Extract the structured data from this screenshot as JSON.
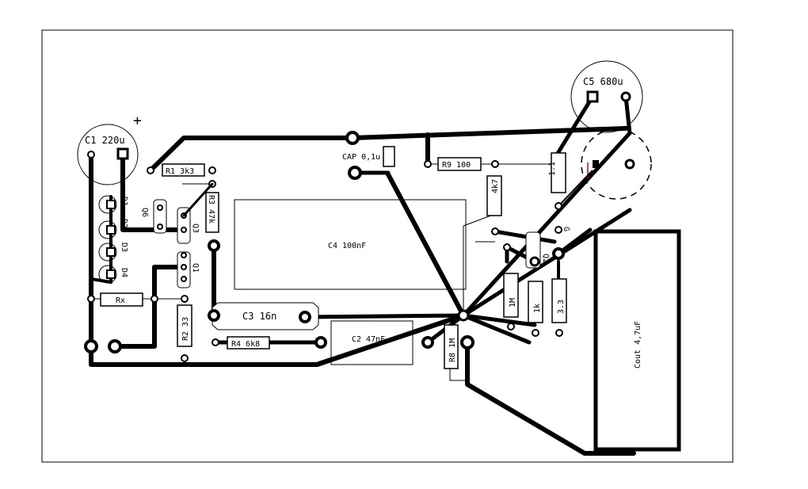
{
  "components": {
    "c1": "C1 220u",
    "c1_polarity": "+",
    "c5": "C5 680u",
    "cap": "CAP 0,1u",
    "r1": "R1 3k3",
    "r9": "R9 100",
    "r3": "R3 47k",
    "r4k": "4k7",
    "c4": "C4  100nF",
    "c3": "C3 16n",
    "r4": "R4 6k8",
    "c2": "C2 47nF",
    "r8": "R8 1M",
    "r2": "R2 33",
    "rx": "Rx",
    "cout": "Cout 4,7uF",
    "d1": "D1",
    "d2": "D2",
    "d3": "D3",
    "d4": "D4",
    "q1": "Q1",
    "q2": "Q2",
    "q3": "Q3",
    "q6": "Q6",
    "r_1m": "1M",
    "r_1k": "1k",
    "r_3e3": "3.3",
    "r_r11": "1.1",
    "g_label": "G"
  },
  "colors": {
    "background": "#ffffff",
    "copper": "#000000",
    "marker": "#cc0000"
  }
}
